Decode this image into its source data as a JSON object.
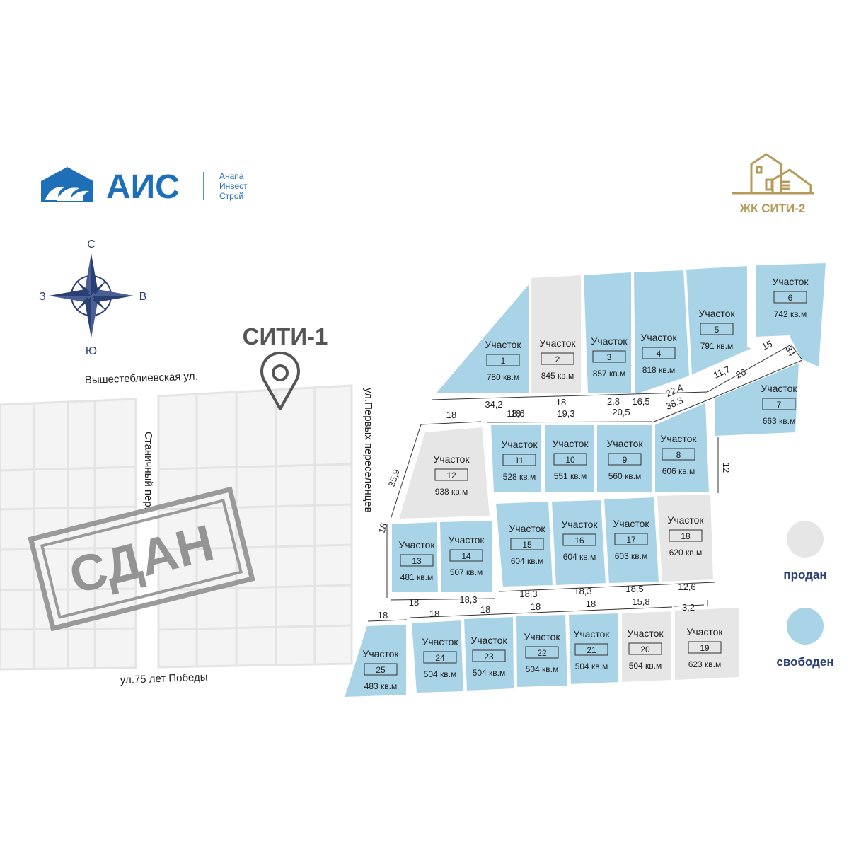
{
  "brand": {
    "name": "АИС",
    "tagline": [
      "Анапа",
      "Инвест",
      "Строй"
    ],
    "color": "#1d6fb8"
  },
  "project": {
    "name": "ЖК СИТИ-2",
    "color": "#b69a5a"
  },
  "compass": {
    "north": "С",
    "south": "Ю",
    "west": "З",
    "east": "В",
    "color": "#2a3f73"
  },
  "city1": {
    "label": "СИТИ-1",
    "stamp": "СДАН"
  },
  "streets": {
    "top": "Вышестеблиевская ул.",
    "bottom": "ул.75 лет Победы",
    "lane": "Станичный пер.",
    "main": "ул.Первых переселенцев"
  },
  "legend": {
    "sold": {
      "label": "продан",
      "color": "#e6e6e6"
    },
    "free": {
      "label": "свободен",
      "color": "#a9d3e6"
    }
  },
  "plot_word": "Участок",
  "plots": [
    {
      "n": "1",
      "area": "780 кв.м",
      "status": "free"
    },
    {
      "n": "2",
      "area": "845 кв.м",
      "status": "sold"
    },
    {
      "n": "3",
      "area": "857 кв.м",
      "status": "free"
    },
    {
      "n": "4",
      "area": "818 кв.м",
      "status": "free"
    },
    {
      "n": "5",
      "area": "791 кв.м",
      "status": "free"
    },
    {
      "n": "6",
      "area": "742 кв.м",
      "status": "free"
    },
    {
      "n": "7",
      "area": "663 кв.м",
      "status": "free"
    },
    {
      "n": "8",
      "area": "606 кв.м",
      "status": "free"
    },
    {
      "n": "9",
      "area": "560 кв.м",
      "status": "free"
    },
    {
      "n": "10",
      "area": "551 кв.м",
      "status": "free"
    },
    {
      "n": "11",
      "area": "528 кв.м",
      "status": "free"
    },
    {
      "n": "12",
      "area": "938 кв.м",
      "status": "sold"
    },
    {
      "n": "13",
      "area": "481 кв.м",
      "status": "free"
    },
    {
      "n": "14",
      "area": "507 кв.м",
      "status": "free"
    },
    {
      "n": "15",
      "area": "604 кв.м",
      "status": "free"
    },
    {
      "n": "16",
      "area": "604 кв.м",
      "status": "free"
    },
    {
      "n": "17",
      "area": "603 кв.м",
      "status": "free"
    },
    {
      "n": "18",
      "area": "620 кв.м",
      "status": "sold"
    },
    {
      "n": "19",
      "area": "623 кв.м",
      "status": "sold"
    },
    {
      "n": "20",
      "area": "504 кв.м",
      "status": "sold"
    },
    {
      "n": "21",
      "area": "504 кв.м",
      "status": "free"
    },
    {
      "n": "22",
      "area": "504 кв.м",
      "status": "free"
    },
    {
      "n": "23",
      "area": "504 кв.м",
      "status": "free"
    },
    {
      "n": "24",
      "area": "504 кв.м",
      "status": "free"
    },
    {
      "n": "25",
      "area": "483 кв.м",
      "status": "free"
    }
  ],
  "dimensions": [
    "34,2",
    "18",
    "18",
    "2,8",
    "16,5",
    "22,4",
    "11,7",
    "15",
    "34",
    "20",
    "18",
    "18,6",
    "19,3",
    "20,5",
    "38,3",
    "35,9",
    "12",
    "18",
    "18",
    "18,3",
    "18,3",
    "18,3",
    "18,5",
    "12,6",
    "18",
    "18",
    "18",
    "18",
    "18",
    "15,8",
    "3,2"
  ]
}
